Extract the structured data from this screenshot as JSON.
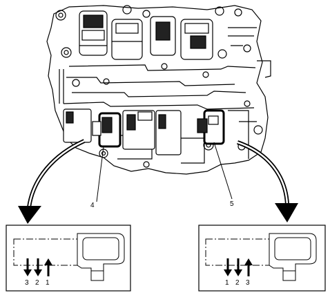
{
  "callouts": {
    "left": "4",
    "right": "5"
  },
  "detail_left": {
    "arrows": [
      {
        "label": "3",
        "direction": "down"
      },
      {
        "label": "2",
        "direction": "down"
      },
      {
        "label": "1",
        "direction": "up"
      }
    ]
  },
  "detail_right": {
    "arrows": [
      {
        "label": "1",
        "direction": "down"
      },
      {
        "label": "2",
        "direction": "down"
      },
      {
        "label": "3",
        "direction": "up"
      }
    ]
  },
  "colors": {
    "ink": "#000000",
    "paper": "#ffffff",
    "shade": "#3a3a3a"
  }
}
